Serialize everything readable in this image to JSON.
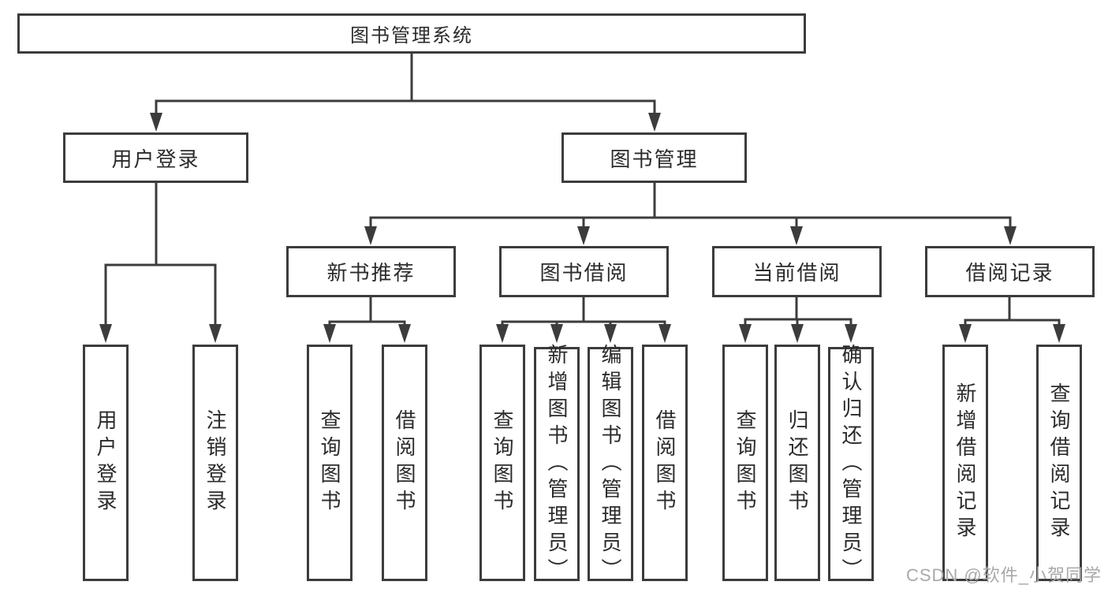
{
  "tree": {
    "root": "图书管理系统",
    "children": [
      {
        "label": "用户登录",
        "children": [
          "用户登录",
          "注销登录"
        ]
      },
      {
        "label": "图书管理",
        "children": [
          {
            "label": "新书推荐",
            "children": [
              "查询图书",
              "借阅图书"
            ]
          },
          {
            "label": "图书借阅",
            "children": [
              "查询图书",
              "新增图书（管理员）",
              "编辑图书（管理员）",
              "借阅图书"
            ]
          },
          {
            "label": "当前借阅",
            "children": [
              "查询图书",
              "归还图书",
              "确认归还（管理员）"
            ]
          },
          {
            "label": "借阅记录",
            "children": [
              "新增借阅记录",
              "查询借阅记录"
            ]
          }
        ]
      }
    ]
  },
  "watermark": "CSDN @软件_小贺同学",
  "colors": {
    "line": "#3c3c3c",
    "background": "#ffffff",
    "watermark": "#a9a9a9"
  }
}
